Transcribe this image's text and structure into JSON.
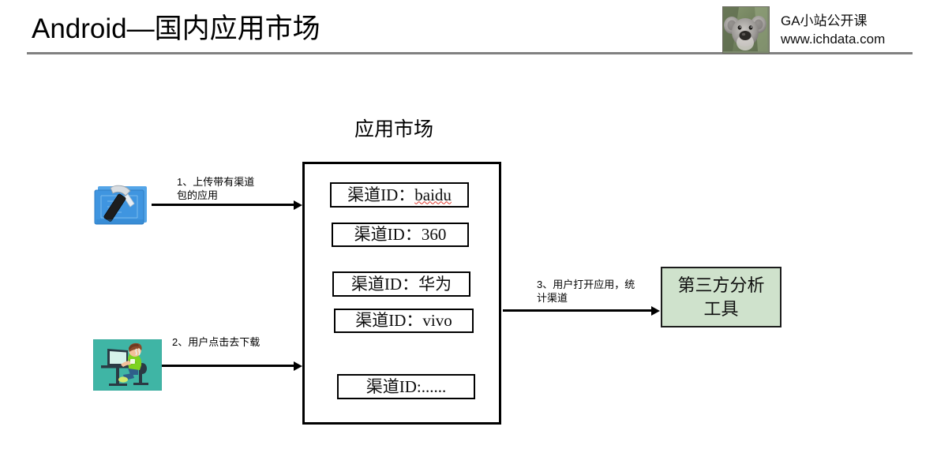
{
  "slide": {
    "title": "Android—国内应用市场",
    "background_color": "#ffffff",
    "rule_color": "#808080"
  },
  "brand": {
    "logo_icon": "koala-photo",
    "line1": "GA小站公开课",
    "line2": "www.ichdata.com"
  },
  "diagram": {
    "market": {
      "label": "应用市场",
      "channels": [
        {
          "text": "渠道ID：baidu",
          "prefix": "渠道ID：",
          "value": "baidu",
          "misspelled": true
        },
        {
          "text": "渠道ID：360",
          "prefix": "渠道ID：",
          "value": "360",
          "misspelled": false
        },
        {
          "text": "渠道ID：华为",
          "prefix": "渠道ID：",
          "value": "华为",
          "misspelled": false
        },
        {
          "text": "渠道ID：vivo",
          "prefix": "渠道ID：",
          "value": "vivo",
          "misspelled": false
        },
        {
          "text": "渠道ID:......",
          "prefix": "渠道ID:",
          "value": "......",
          "misspelled": false
        }
      ]
    },
    "analytics": {
      "line1": "第三方分析",
      "line2": "工具",
      "fill_color": "#cfe2cc",
      "border_color": "#1c1c1c"
    },
    "actors": {
      "developer_icon": "xcode-hammer-blueprint-icon",
      "user_icon": "person-at-laptop-icon"
    },
    "flows": [
      {
        "id": "1",
        "label_line1": "1、上传带有渠道",
        "label_line2": "包的应用"
      },
      {
        "id": "2",
        "label_line1": "2、用户点击去下载",
        "label_line2": ""
      },
      {
        "id": "3",
        "label_line1": "3、用户打开应用，统",
        "label_line2": "计渠道"
      }
    ]
  }
}
